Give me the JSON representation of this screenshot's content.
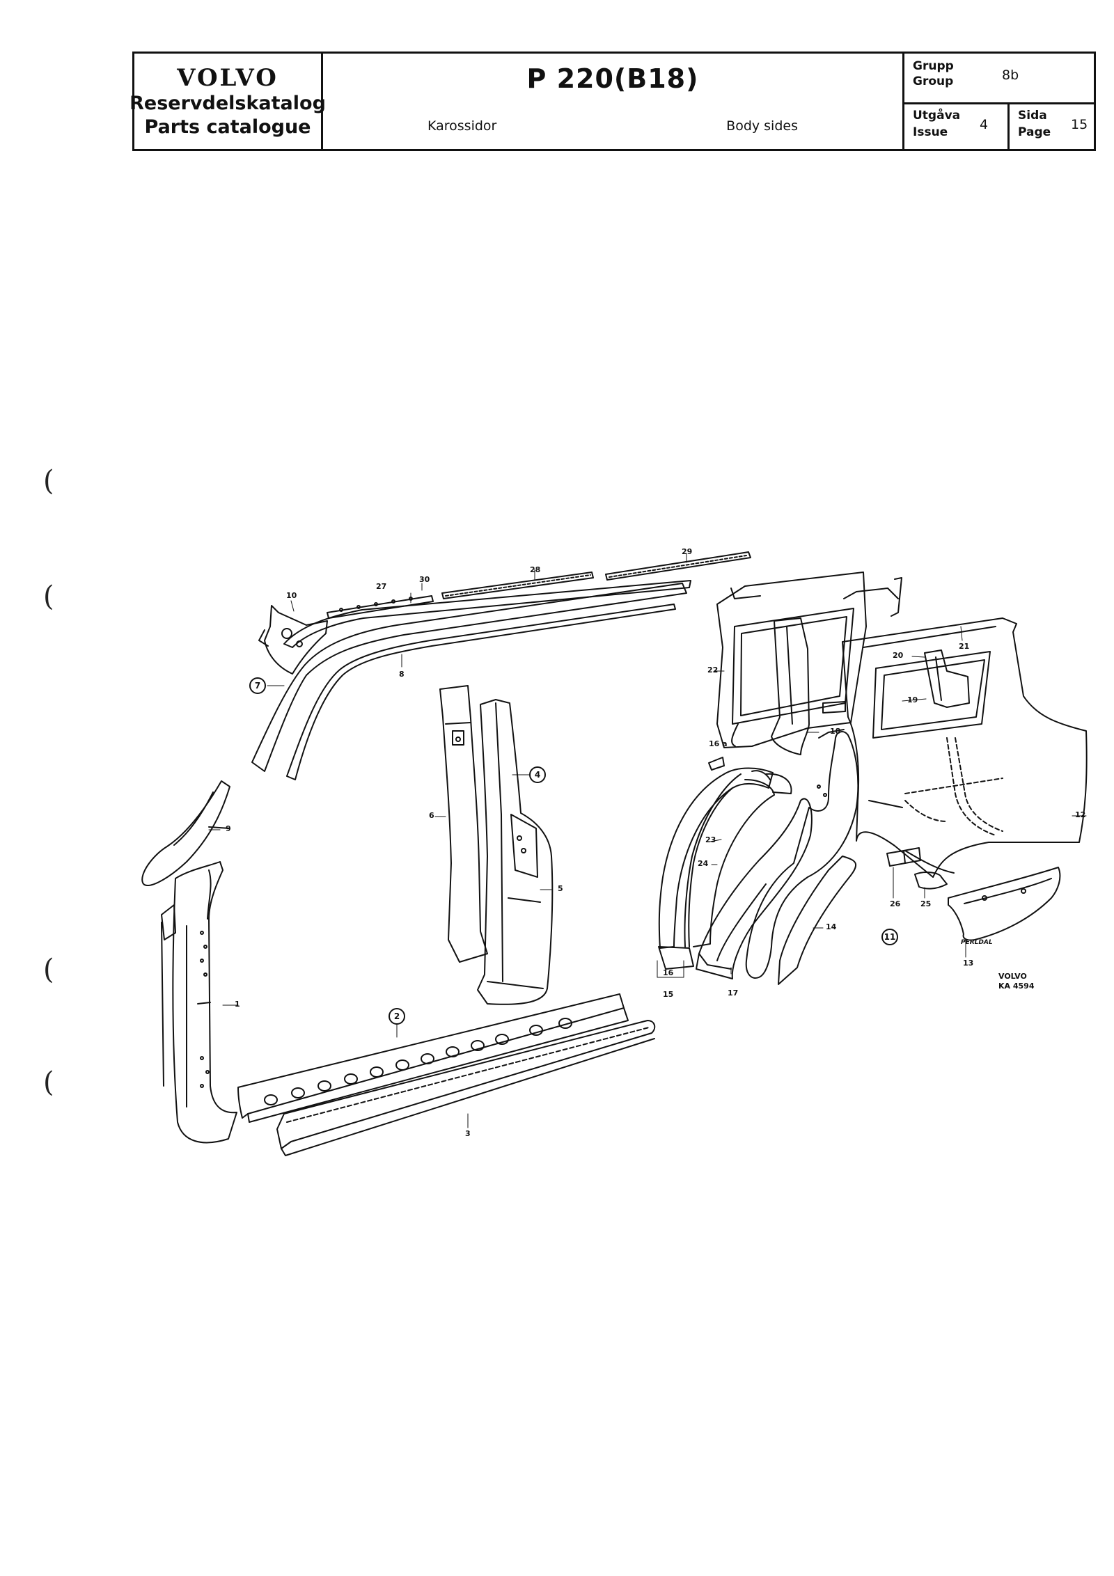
{
  "header": {
    "brand": "VOLVO",
    "catalog_sv": "Reservdelskatalog",
    "catalog_en": "Parts catalogue",
    "model": "P 220(B18)",
    "section_sv": "Karossidor",
    "section_en": "Body sides",
    "group_label_sv": "Grupp",
    "group_label_en": "Group",
    "group_value": "8b",
    "issue_label_sv": "Utgåva",
    "issue_label_en": "Issue",
    "issue_value": "4",
    "page_label_sv": "Sida",
    "page_label_en": "Page",
    "page_value": "15"
  },
  "callouts": [
    "1",
    "2",
    "3",
    "4",
    "5",
    "6",
    "7",
    "8",
    "9",
    "10",
    "11",
    "12",
    "13",
    "14",
    "15",
    "16",
    "16 a",
    "17",
    "18",
    "19",
    "20",
    "21",
    "22",
    "23",
    "24",
    "25",
    "26",
    "27",
    "28",
    "29",
    "30"
  ],
  "stamp": {
    "line1": "VOLVO",
    "line2": "KA 4594"
  },
  "artist": "PERLDAL",
  "margin_marks": [
    "(",
    "(",
    "(",
    "("
  ]
}
